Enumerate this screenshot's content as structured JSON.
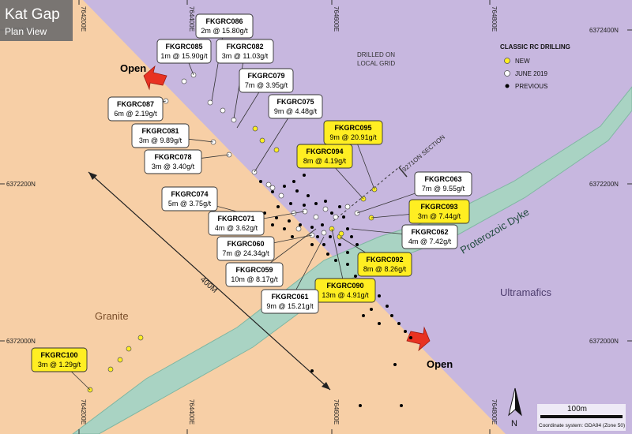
{
  "header": {
    "title": "Kat Gap",
    "subtitle": "Plan View"
  },
  "grid": {
    "eastings": [
      "764200E",
      "764400E",
      "764600E",
      "764800E"
    ],
    "northings": [
      "6372400N",
      "6372200N",
      "6372000N"
    ]
  },
  "legend": {
    "title": "CLASSIC RC DRILLING",
    "items": [
      {
        "label": "NEW",
        "color": "#ffee22"
      },
      {
        "label": "JUNE 2019",
        "color": "#ffffff"
      },
      {
        "label": "PREVIOUS",
        "color": "#000000"
      }
    ]
  },
  "annotations": {
    "grid_note_line1": "DRILLED ON",
    "grid_note_line2": "LOCAL GRID",
    "section": "9271ON SECTION",
    "open_nw": "Open",
    "open_se": "Open",
    "distance": "400M",
    "dyke": "Proterozoic Dyke",
    "granite": "Granite",
    "ultramafics": "Ultramafics"
  },
  "scale": {
    "label": "100m",
    "coords": "Coordinate system: GDA94 (Zone 50)",
    "north": "N"
  },
  "colors": {
    "granite": "#f7cfa6",
    "ultramafics": "#c7b7df",
    "dyke": "#a9d3c3",
    "new_label": "#ffee22"
  },
  "intercepts": [
    {
      "hole": "FKGRC086",
      "result": "2m @ 15.80g/t",
      "status": "june"
    },
    {
      "hole": "FKGRC085",
      "result": "1m @ 15.90g/t",
      "status": "june"
    },
    {
      "hole": "FKGRC082",
      "result": "3m @ 11.03g/t",
      "status": "june"
    },
    {
      "hole": "FKGRC079",
      "result": "7m @ 3.95g/t",
      "status": "june"
    },
    {
      "hole": "FKGRC087",
      "result": "6m @ 2.19g/t",
      "status": "june"
    },
    {
      "hole": "FKGRC075",
      "result": "9m @ 4.48g/t",
      "status": "june"
    },
    {
      "hole": "FKGRC081",
      "result": "3m @ 9.89g/t",
      "status": "june"
    },
    {
      "hole": "FKGRC095",
      "result": "9m @ 20.91g/t",
      "status": "new"
    },
    {
      "hole": "FKGRC094",
      "result": "8m @ 4.19g/t",
      "status": "new"
    },
    {
      "hole": "FKGRC078",
      "result": "3m @ 3.40g/t",
      "status": "june"
    },
    {
      "hole": "FKGRC063",
      "result": "7m @ 9.55g/t",
      "status": "june"
    },
    {
      "hole": "FKGRC074",
      "result": "5m @ 3.75g/t",
      "status": "june"
    },
    {
      "hole": "FKGRC093",
      "result": "3m @ 7.44g/t",
      "status": "new"
    },
    {
      "hole": "FKGRC071",
      "result": "4m @ 3.62g/t",
      "status": "june"
    },
    {
      "hole": "FKGRC062",
      "result": "4m @ 7.42g/t",
      "status": "june"
    },
    {
      "hole": "FKGRC060",
      "result": "7m @ 24.34g/t",
      "status": "june"
    },
    {
      "hole": "FKGRC092",
      "result": "8m @ 8.26g/t",
      "status": "new"
    },
    {
      "hole": "FKGRC059",
      "result": "10m @ 8.17g/t",
      "status": "june"
    },
    {
      "hole": "FKGRC090",
      "result": "13m @ 4.91g/t",
      "status": "new"
    },
    {
      "hole": "FKGRC061",
      "result": "9m @ 15.21g/t",
      "status": "june"
    },
    {
      "hole": "FKGRC100",
      "result": "3m @ 1.29g/t",
      "status": "new"
    }
  ]
}
